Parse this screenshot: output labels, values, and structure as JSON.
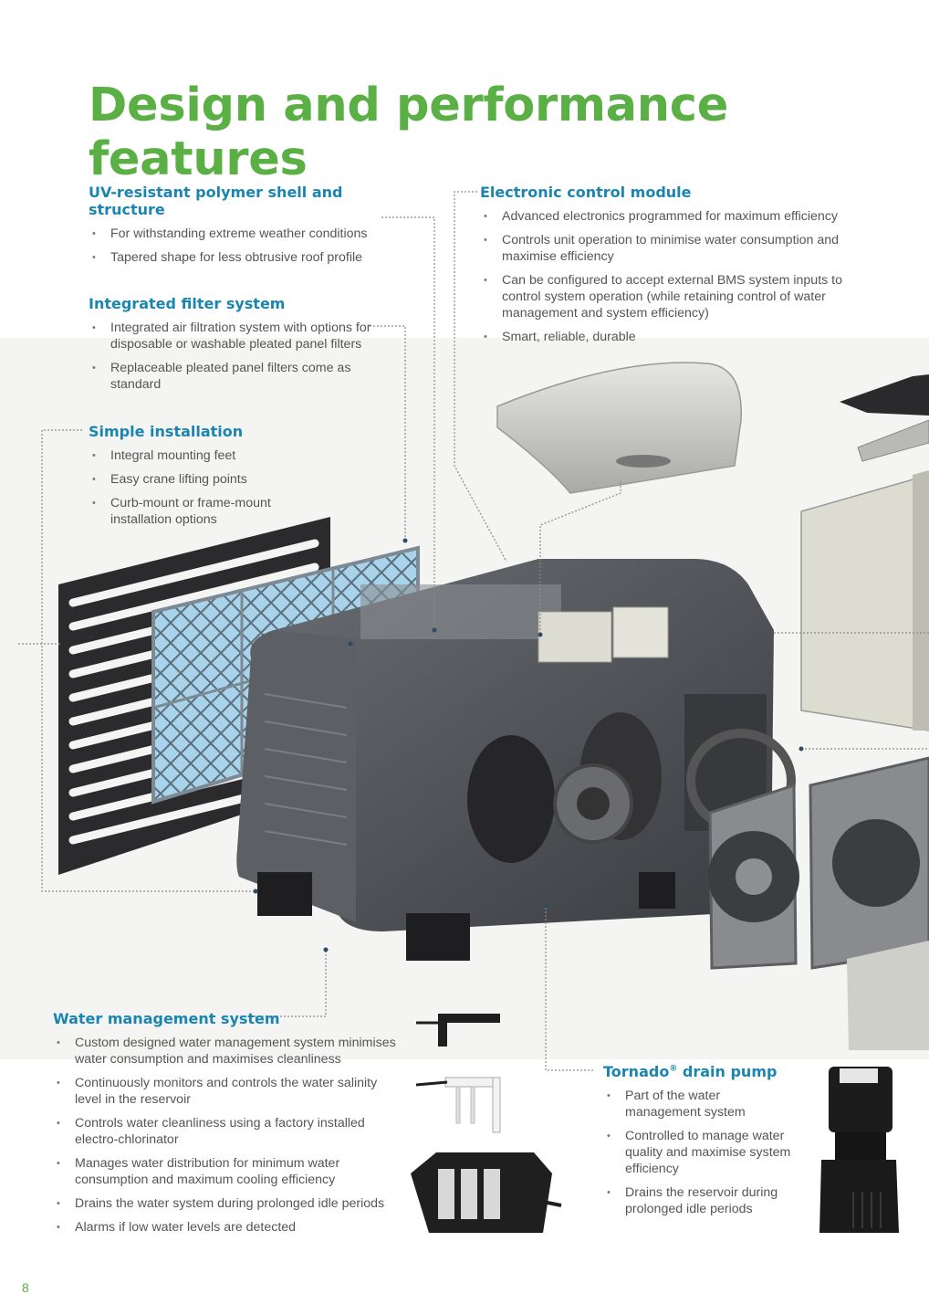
{
  "page": {
    "title": "Design and performance features",
    "page_number": "8"
  },
  "sections": {
    "uv": {
      "heading": "UV-resistant polymer shell and structure",
      "items": [
        "For withstanding extreme weather conditions",
        "Tapered shape for less obtrusive roof profile"
      ]
    },
    "filter": {
      "heading": "Integrated filter system",
      "items": [
        "Integrated air filtration system with options for disposable or washable pleated panel filters",
        "Replaceable pleated panel filters come as standard"
      ]
    },
    "install": {
      "heading": "Simple installation",
      "items": [
        "Integral mounting feet",
        "Easy crane lifting points",
        "Curb-mount or frame-mount installation options"
      ]
    },
    "electronic": {
      "heading": "Electronic control module",
      "items": [
        "Advanced electronics programmed for maximum efficiency",
        "Controls unit operation to minimise water consumption and maximise efficiency",
        "Can be configured to accept external BMS system inputs to control system operation (while retaining control of water management and system efficiency)",
        "Smart, reliable, durable"
      ]
    },
    "water": {
      "heading": "Water management system",
      "items": [
        "Custom designed water management system minimises water consumption and maximises cleanliness",
        "Continuously monitors and controls the water salinity level in the reservoir",
        "Controls water cleanliness using a factory installed electro-chlorinator",
        "Manages water distribution for minimum water consumption and maximum cooling efficiency",
        "Drains the water system during prolonged idle periods",
        "Alarms if low water levels are detected"
      ]
    },
    "pump": {
      "heading": "Tornado",
      "heading_mark": "®",
      "heading_suffix": " drain pump",
      "items": [
        "Part of the water management system",
        "Controlled to manage water quality and maximise system efficiency",
        "Drains the reservoir during prolonged idle periods"
      ]
    }
  },
  "colors": {
    "title_green": "#5ab044",
    "heading_blue": "#1a86b0",
    "body_text": "#555555",
    "leader_line": "#888888"
  }
}
